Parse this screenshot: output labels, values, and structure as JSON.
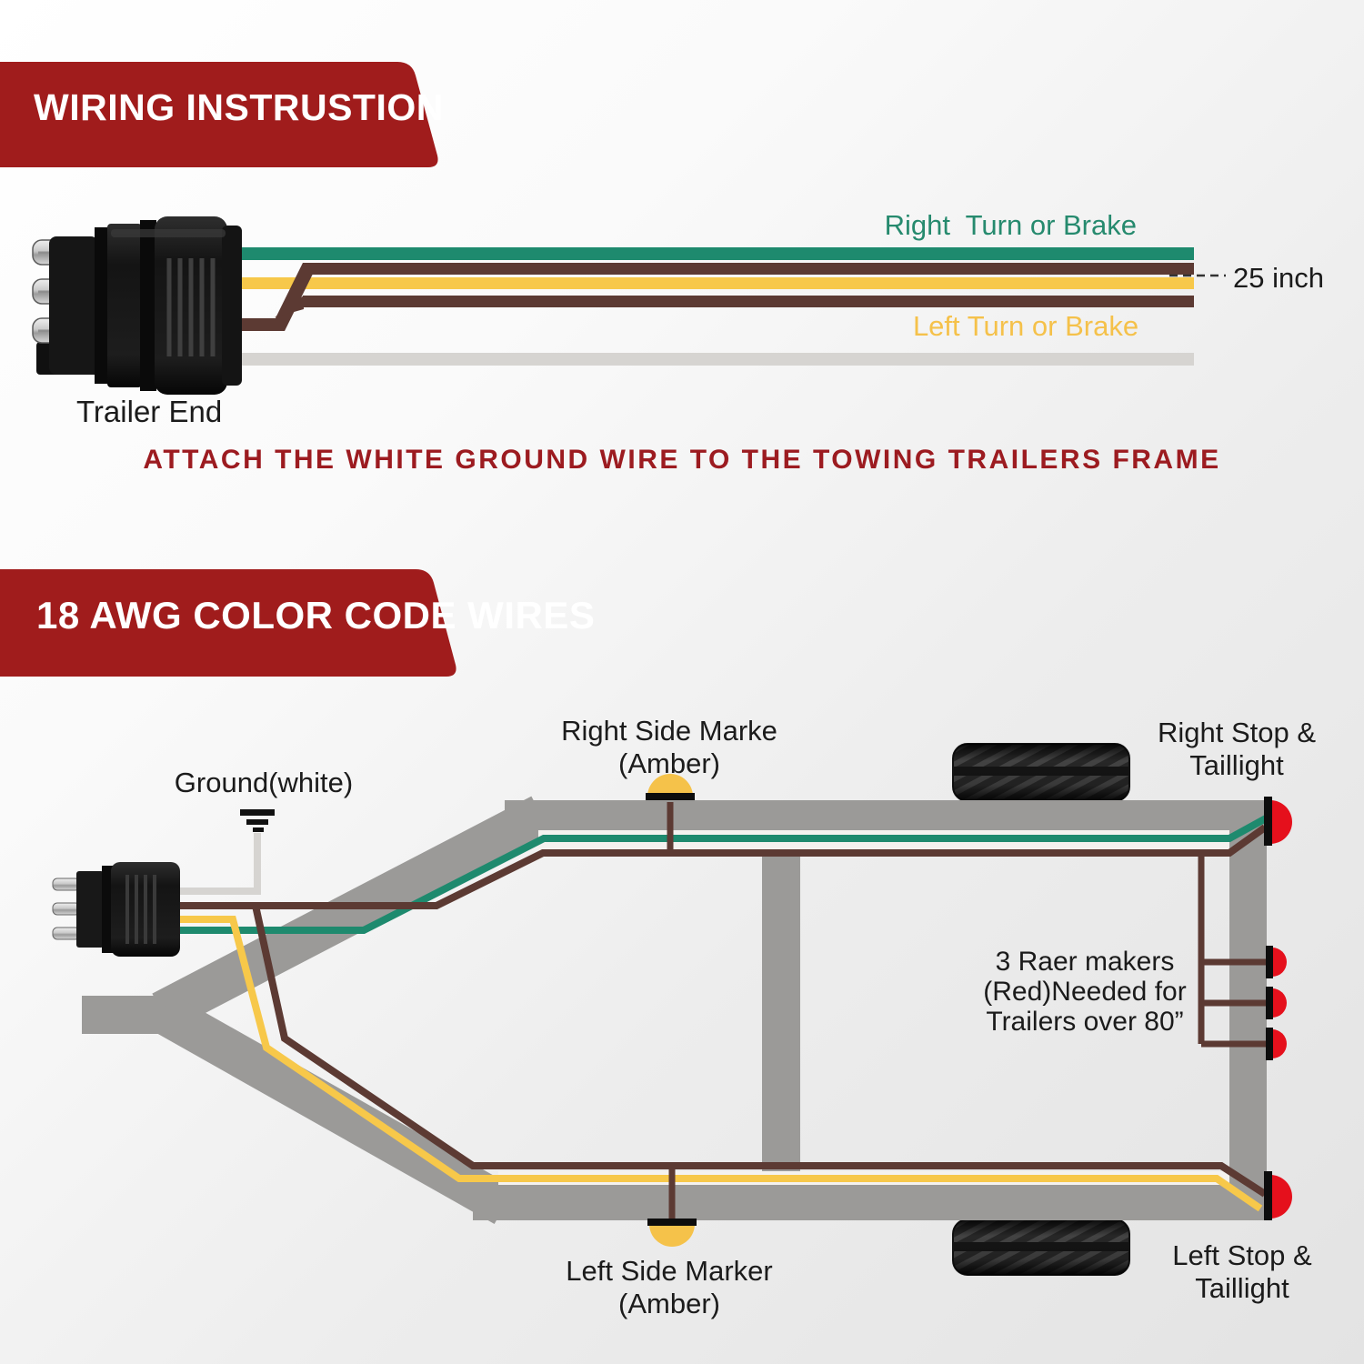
{
  "colors": {
    "banner_red": "#A01C1C",
    "instruction_red": "#9C1B20",
    "green_wire": "#1E8A6E",
    "yellow_wire": "#F7C84A",
    "brown_wire": "#5C3A33",
    "white_wire": "#D6D4D1",
    "frame_gray": "#9B9A98",
    "light_red": "#E5101C",
    "amber": "#F5C24A",
    "text_dark": "#1B1B1B",
    "green_text": "#268A6E",
    "yellow_text": "#F5C14A"
  },
  "section1": {
    "title": "WIRING INSTRUSTION",
    "labels": {
      "right_turn": "Right  Turn or Brake",
      "left_turn": "Left Turn or Brake",
      "length": "25 inch",
      "trailer_end": "Trailer End",
      "instruction": "ATTACH THE WHITE GROUND WIRE TO THE TOWING TRAILERS FRAME"
    },
    "wires": [
      {
        "name": "right-turn-or-brake",
        "color": "green"
      },
      {
        "name": "taillight-run-1",
        "color": "brown"
      },
      {
        "name": "left-turn-or-brake",
        "color": "yellow"
      },
      {
        "name": "taillight-run-2",
        "color": "brown"
      },
      {
        "name": "ground",
        "color": "white"
      }
    ]
  },
  "section2": {
    "title": "18 AWG COLOR CODE WIRES",
    "labels": {
      "ground": "Ground(white)",
      "right_side_marker_l1": "Right Side Marke",
      "right_side_marker_l2": "(Amber)",
      "right_stop_l1": "Right Stop &",
      "right_stop_l2": "Taillight",
      "rear_markers_l1": "3 Raer makers",
      "rear_markers_l2": "(Red)Needed for",
      "rear_markers_l3": "Trailers over 80”",
      "left_side_marker_l1": "Left Side Marker",
      "left_side_marker_l2": "(Amber)",
      "left_stop_l1": "Left Stop &",
      "left_stop_l2": "Taillight"
    }
  }
}
